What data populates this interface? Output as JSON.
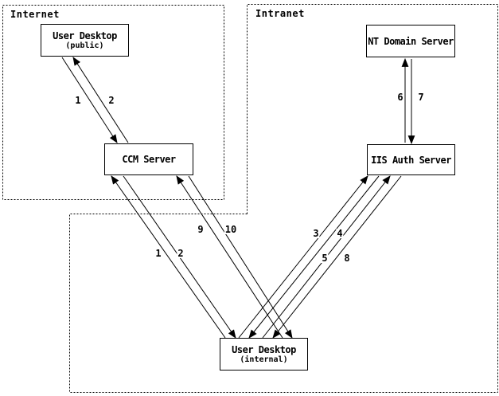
{
  "colors": {
    "ink": "#000000",
    "background": "#ffffff"
  },
  "regions": {
    "internet": "Internet",
    "intranet": "Intranet"
  },
  "nodes": {
    "user_desktop_public": {
      "title": "User Desktop",
      "subtitle": "(public)"
    },
    "ccm_server": {
      "title": "CCM Server"
    },
    "nt_domain_server": {
      "title": "NT Domain Server"
    },
    "iis_auth_server": {
      "title": "IIS Auth Server"
    },
    "user_desktop_internal": {
      "title": "User Desktop",
      "subtitle": "(internal)"
    }
  },
  "edges": [
    {
      "label": "1",
      "from": "user_desktop_public",
      "to": "ccm_server"
    },
    {
      "label": "2",
      "from": "ccm_server",
      "to": "user_desktop_public"
    },
    {
      "label": "1",
      "from": "user_desktop_internal",
      "to": "ccm_server"
    },
    {
      "label": "2",
      "from": "ccm_server",
      "to": "user_desktop_internal"
    },
    {
      "label": "3",
      "from": "user_desktop_internal",
      "to": "iis_auth_server"
    },
    {
      "label": "4",
      "from": "iis_auth_server",
      "to": "user_desktop_internal"
    },
    {
      "label": "5",
      "from": "user_desktop_internal",
      "to": "iis_auth_server"
    },
    {
      "label": "6",
      "from": "iis_auth_server",
      "to": "nt_domain_server"
    },
    {
      "label": "7",
      "from": "nt_domain_server",
      "to": "iis_auth_server"
    },
    {
      "label": "8",
      "from": "iis_auth_server",
      "to": "user_desktop_internal"
    },
    {
      "label": "9",
      "from": "user_desktop_internal",
      "to": "ccm_server"
    },
    {
      "label": "10",
      "from": "ccm_server",
      "to": "user_desktop_internal"
    }
  ]
}
